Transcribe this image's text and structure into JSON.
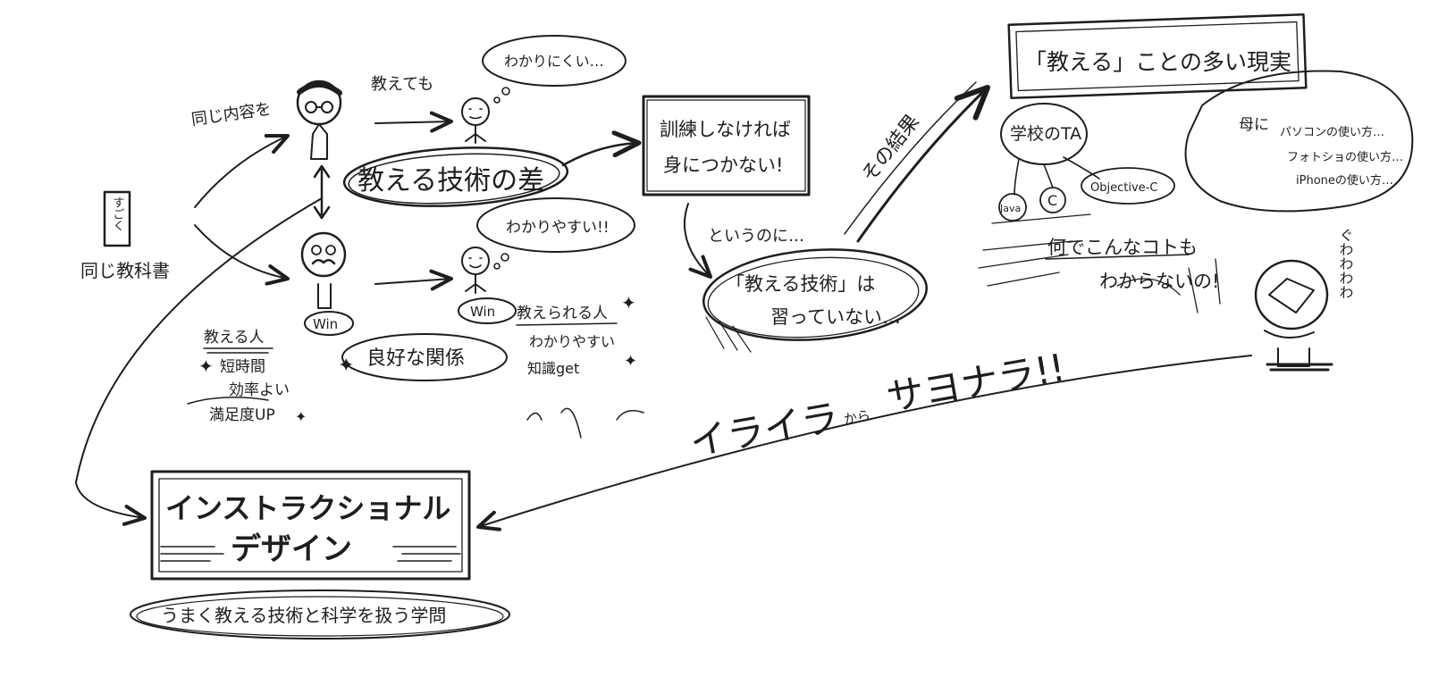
{
  "left": {
    "book_label": "すごく",
    "same_textbook": "同じ教科書",
    "same_content": "同じ内容を",
    "teach_even": "教えても"
  },
  "top_path": {
    "thought": "わかりにくい…",
    "skill_gap": "教える技術の差"
  },
  "bottom_path": {
    "thought": "わかりやすい!!",
    "win_teacher": "Win",
    "win_learner": "Win",
    "good_relation": "良好な関係",
    "teacher_heading": "教える人",
    "teacher_points": [
      "短時間",
      "効率よい",
      "満足度UP"
    ],
    "learner_heading": "教えられる人",
    "learner_points": [
      "わかりやすい",
      "知識get"
    ]
  },
  "middle": {
    "training_line1": "訓練しなければ",
    "training_line2": "身につかない!",
    "however": "というのに…",
    "not_learned_line1": "「教える技術」は",
    "not_learned_line2": "習っていない…",
    "result": "その結果"
  },
  "right": {
    "reality_title": "「教える」ことの多い現実",
    "school_ta": "学校のTA",
    "ta_items": [
      "Java",
      "C",
      "Objective-C"
    ],
    "mother": "母に",
    "mother_items": [
      "パソコンの使い方…",
      "フォトショの使い方…",
      "iPhoneの使い方…"
    ],
    "frustration_line1": "何でこんなコトも",
    "frustration_line2": "わからないの!",
    "sfx": "ぐわわわわ"
  },
  "bottom": {
    "goodbye_irritation": "イライラ",
    "kara": "から",
    "sayonara": "サヨナラ!!",
    "id_line1": "インストラクショナル",
    "id_line2": "デザイン",
    "definition": "うまく教える技術と科学を扱う学問"
  }
}
